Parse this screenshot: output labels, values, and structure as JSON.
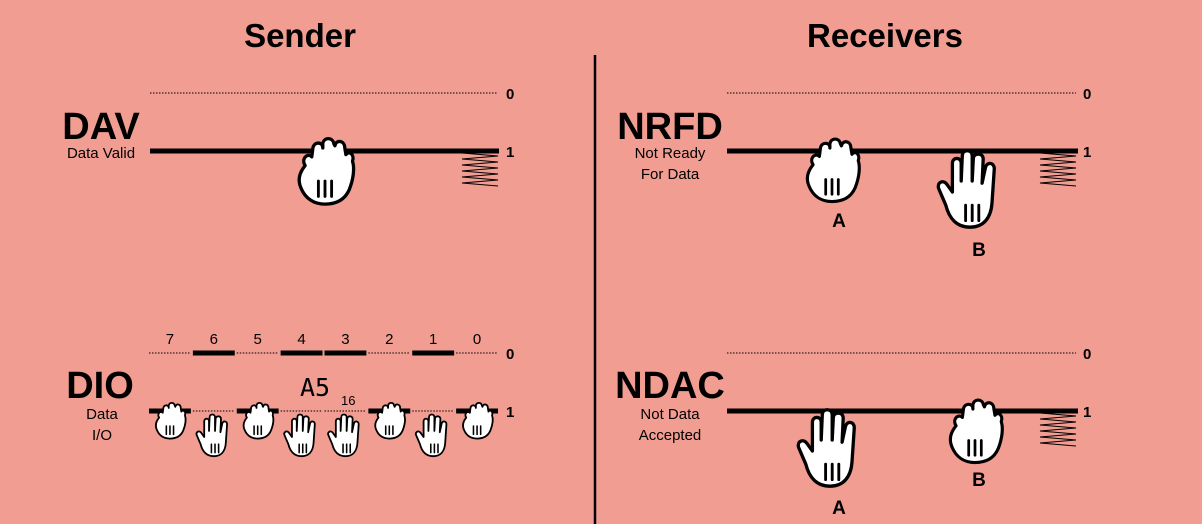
{
  "headings": {
    "sender": "Sender",
    "receivers": "Receivers"
  },
  "levels": {
    "zero": "0",
    "one": "1"
  },
  "signals": {
    "dav": {
      "name": "DAV",
      "desc": [
        "Data Valid"
      ]
    },
    "nrfd": {
      "name": "NRFD",
      "desc": [
        "Not Ready",
        "For Data"
      ]
    },
    "dio": {
      "name": "DIO",
      "desc": [
        "Data",
        "I/O"
      ]
    },
    "ndac": {
      "name": "NDAC",
      "desc": [
        "Not Data",
        "Accepted"
      ]
    }
  },
  "dio_bits": {
    "labels": [
      "7",
      "6",
      "5",
      "4",
      "3",
      "2",
      "1",
      "0"
    ],
    "line_levels": [
      1,
      0,
      1,
      0,
      0,
      1,
      0,
      1
    ]
  },
  "dio_value": {
    "hex": "A5",
    "base": "16"
  },
  "hand_labels": {
    "a": "A",
    "b": "B"
  },
  "colors": {
    "background": "#f29d92",
    "ink": "#000000",
    "hand": "#ffffff"
  }
}
